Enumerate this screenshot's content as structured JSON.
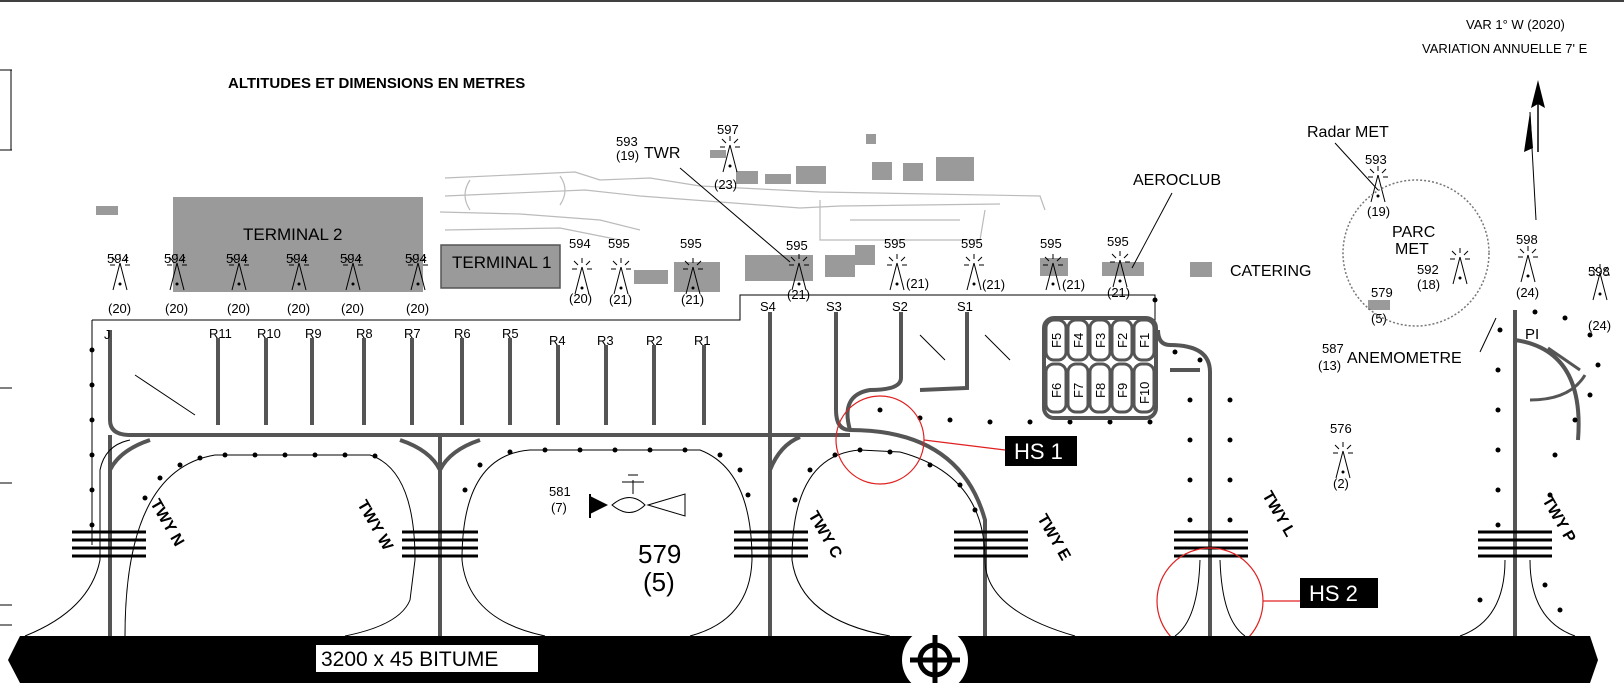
{
  "header": {
    "variation": "VAR 1° W (2020)",
    "annual_variation": "VARIATION ANNUELLE 7' E",
    "units_note": "ALTITUDES ET DIMENSIONS EN METRES"
  },
  "runway": {
    "dimensions": "3200 x 45 BITUME",
    "threshold_elev": "579",
    "threshold_geoid": "(5)"
  },
  "buildings": {
    "terminal2": "TERMINAL 2",
    "terminal1": "TERMINAL 1",
    "twr": "TWR",
    "aeroclub": "AEROCLUB",
    "catering": "CATERING"
  },
  "met": {
    "radar": "Radar MET",
    "parc_line1": "PARC",
    "parc_line2": "MET",
    "anemometer": "ANEMOMETRE",
    "pi": "PI"
  },
  "obstacles": [
    {
      "elev": "594",
      "height": "(20)"
    },
    {
      "elev": "594",
      "height": "(20)"
    },
    {
      "elev": "594",
      "height": "(20)"
    },
    {
      "elev": "594",
      "height": "(20)"
    },
    {
      "elev": "594",
      "height": "(20)"
    },
    {
      "elev": "594",
      "height": "(20)"
    },
    {
      "elev": "594",
      "height": "(20)"
    },
    {
      "elev": "595",
      "height": "(21)"
    },
    {
      "elev": "595",
      "height": "(21)"
    },
    {
      "elev": "595",
      "height": "(21)"
    },
    {
      "elev": "595",
      "height": "(21)"
    },
    {
      "elev": "595",
      "height": "(21)"
    },
    {
      "elev": "595",
      "height": "(21)"
    },
    {
      "elev": "595",
      "height": "(21)"
    },
    {
      "elev": "597",
      "height": "(23)"
    },
    {
      "elev": "593",
      "height": "(19)"
    },
    {
      "elev": "593",
      "height": "(19)"
    },
    {
      "elev": "592",
      "height": "(18)"
    },
    {
      "elev": "598",
      "height": "(24)"
    },
    {
      "elev": "598",
      "height": "(24)"
    },
    {
      "elev": "579",
      "height": "(5)"
    },
    {
      "elev": "587",
      "height": "(13)"
    },
    {
      "elev": "576",
      "height": "(2)"
    },
    {
      "elev": "581",
      "height": "(7)"
    }
  ],
  "stands": [
    "J",
    "R11",
    "R10",
    "R9",
    "R8",
    "R7",
    "R6",
    "R5",
    "R4",
    "R3",
    "R2",
    "R1",
    "S4",
    "S3",
    "S2",
    "S1"
  ],
  "freight_stands": [
    "F5",
    "F4",
    "F3",
    "F2",
    "F1",
    "F6",
    "F7",
    "F8",
    "F9",
    "F10"
  ],
  "taxiways": [
    "TWY N",
    "TWY W",
    "TWY C",
    "TWY E",
    "TWY L",
    "TWY P"
  ],
  "hotspots": [
    "HS 1",
    "HS 2"
  ]
}
